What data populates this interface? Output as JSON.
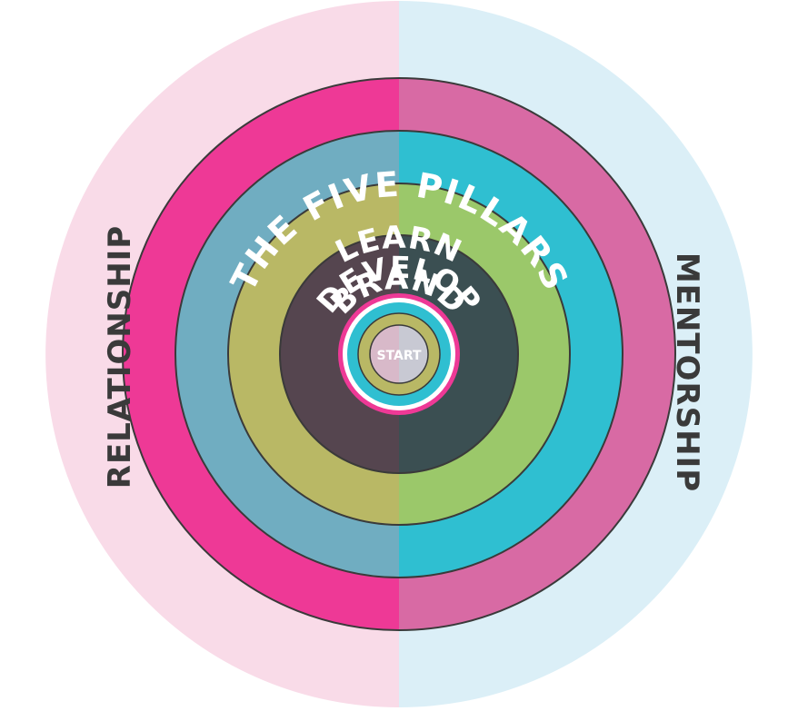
{
  "outer": {
    "left_label": "RELATIONSHIP",
    "right_label": "MENTORSHIP",
    "left_color": "#f9dbe8",
    "right_color": "#dbeff7"
  },
  "rings": [
    {
      "label": "THE FIVE PILLARS",
      "left_color": "#ee3996",
      "right_color": "#d86aa4",
      "text_color": "#ffffff"
    },
    {
      "label": "LEARN",
      "left_color": "#70adc1",
      "right_color": "#2fbfd1",
      "text_color": "#ffffff"
    },
    {
      "label": "DEVELOP",
      "left_color": "#b9b865",
      "right_color": "#9bc86a",
      "text_color": "#ffffff"
    },
    {
      "label": "BRAND",
      "left_color": "#55454f",
      "right_color": "#3b4f52",
      "text_color": "#ffffff"
    }
  ],
  "center": {
    "label": "START",
    "colors": {
      "pink": "#ee3996",
      "teal": "#2fbfd1",
      "olive": "#b9b865",
      "center_left": "#d8b9c9",
      "center_right": "#c8c9d3"
    }
  },
  "outline_color": "#3a3a3a"
}
